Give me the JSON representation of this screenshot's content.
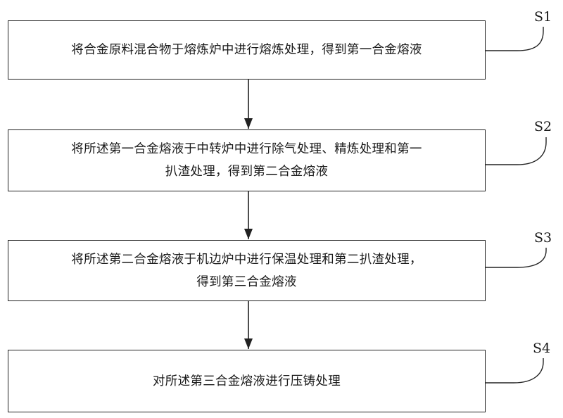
{
  "steps": [
    {
      "id": "S1",
      "lines": [
        "将合金原料混合物于熔炼炉中进行熔炼处理，得到第一合金熔液"
      ]
    },
    {
      "id": "S2",
      "lines": [
        "将所述第一合金熔液于中转炉中进行除气处理、精炼处理和第一",
        "扒渣处理，得到第二合金熔液"
      ]
    },
    {
      "id": "S3",
      "lines": [
        "将所述第二合金熔液于机边炉中进行保温处理和第二扒渣处理，",
        "得到第三合金熔液"
      ]
    },
    {
      "id": "S4",
      "lines": [
        "对所述第三合金熔液进行压铸处理"
      ]
    }
  ],
  "colors": {
    "stroke": "#222222",
    "text": "#1a1a1a",
    "background": "#ffffff"
  }
}
